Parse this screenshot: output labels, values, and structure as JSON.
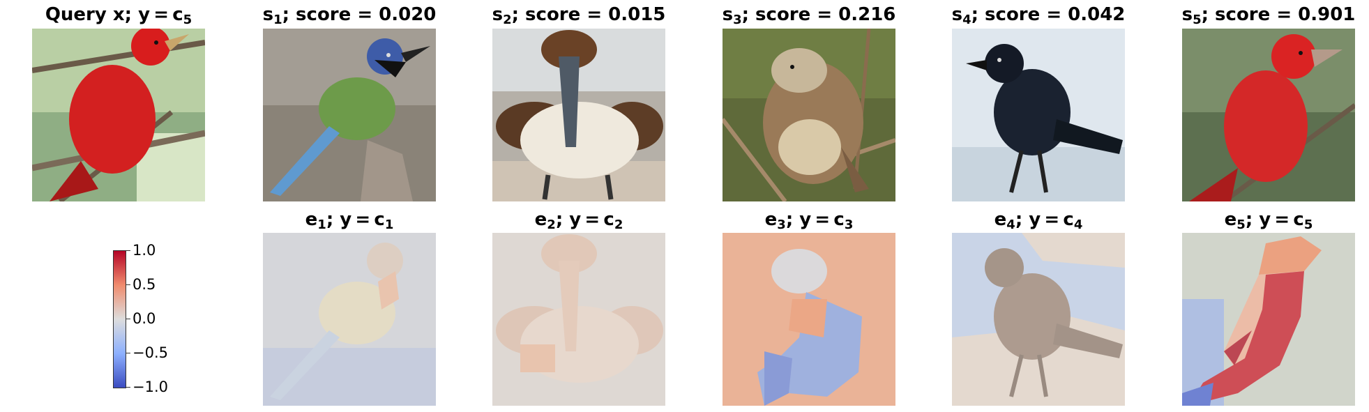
{
  "top_row": [
    {
      "prefix": "Query x; y = c",
      "sub": "5",
      "suffix": ""
    },
    {
      "prefix": "s",
      "sub": "1",
      "suffix": "; score = 0.020"
    },
    {
      "prefix": "s",
      "sub": "2",
      "suffix": "; score = 0.015"
    },
    {
      "prefix": "s",
      "sub": "3",
      "suffix": "; score = 0.216"
    },
    {
      "prefix": "s",
      "sub": "4",
      "suffix": "; score = 0.042"
    },
    {
      "prefix": "s",
      "sub": "5",
      "suffix": "; score = 0.901"
    }
  ],
  "bottom_row": [
    {
      "prefix": "e",
      "sub": "1",
      "suffix": "; y = c",
      "sub2": "1"
    },
    {
      "prefix": "e",
      "sub": "2",
      "suffix": "; y = c",
      "sub2": "2"
    },
    {
      "prefix": "e",
      "sub": "3",
      "suffix": "; y = c",
      "sub2": "3"
    },
    {
      "prefix": "e",
      "sub": "4",
      "suffix": "; y = c",
      "sub2": "4"
    },
    {
      "prefix": "e",
      "sub": "5",
      "suffix": "; y = c",
      "sub2": "5"
    }
  ],
  "colorbar": {
    "ticks": [
      "1.0",
      "0.5",
      "0.0",
      "−0.5",
      "−1.0"
    ],
    "colormap": [
      "#b40426",
      "#f08c6e",
      "#dddddd",
      "#8db0fe",
      "#3b4cc0"
    ]
  }
}
